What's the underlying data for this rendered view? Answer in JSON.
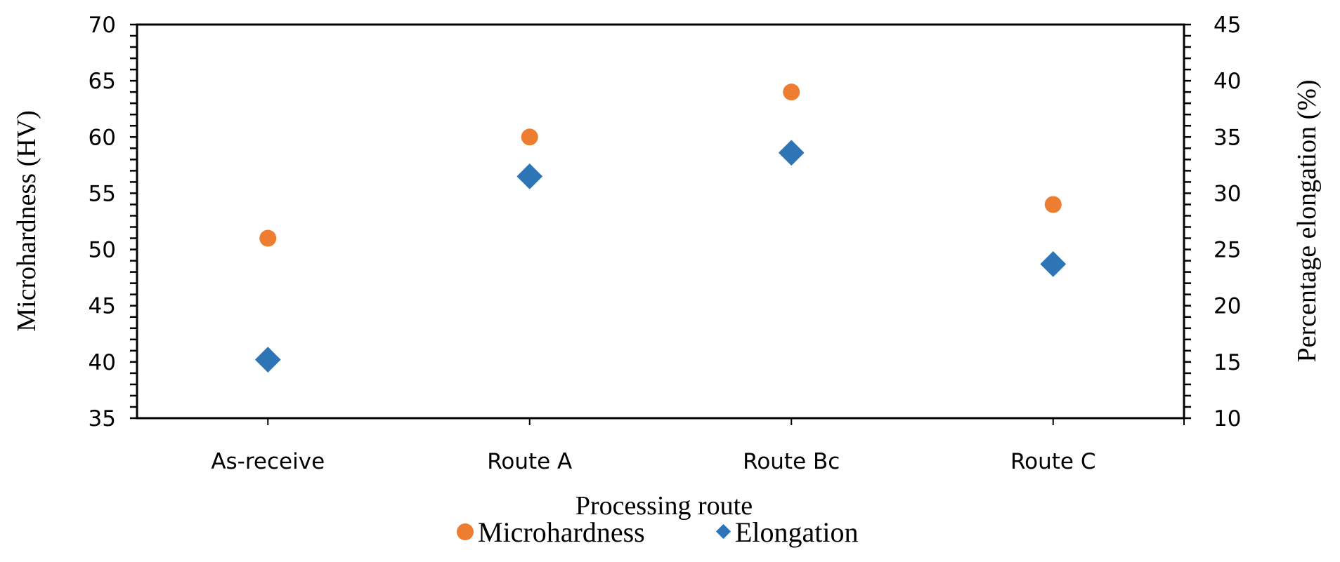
{
  "chart_data": {
    "type": "scatter",
    "title": "",
    "xlabel": "Processing route",
    "ylabel": "Microhardness (HV)",
    "y2label": "Percentage elongation (%)",
    "categories": [
      "As-receive",
      "Route A",
      "Route Bc",
      "Route C"
    ],
    "ylim": [
      35,
      70
    ],
    "y2lim": [
      10,
      45
    ],
    "yticks": [
      35,
      40,
      45,
      50,
      55,
      60,
      65,
      70
    ],
    "y2ticks": [
      10,
      15,
      20,
      25,
      30,
      35,
      40,
      45
    ],
    "grid": false,
    "legend_position": "bottom",
    "series": [
      {
        "name": "Microhardness",
        "axis": "left",
        "marker": "circle",
        "color": "#ED7D31",
        "values": [
          51,
          60,
          64,
          54
        ]
      },
      {
        "name": "Elongation",
        "axis": "right",
        "marker": "diamond",
        "color": "#2E75B6",
        "values": [
          15.2,
          31.5,
          33.6,
          23.7
        ]
      }
    ]
  },
  "legend": {
    "items": [
      {
        "label": "Microhardness",
        "icon": "circle-marker-icon",
        "color": "#ED7D31"
      },
      {
        "label": "Elongation",
        "icon": "diamond-marker-icon",
        "color": "#2E75B6"
      }
    ]
  }
}
